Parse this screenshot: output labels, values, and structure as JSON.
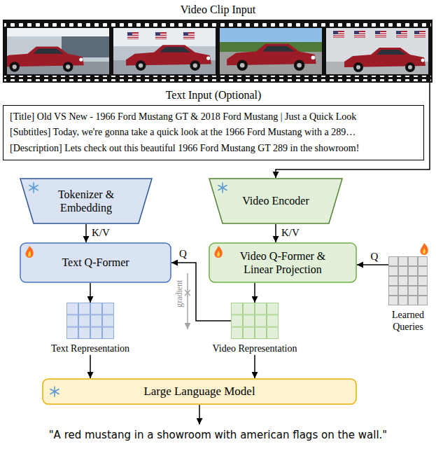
{
  "diagram": {
    "nodes": [
      {
        "text": [
          "Text Input (Optional)",
          "[Title] Old VS New - 1966 Ford Mustang GT & 2018 Ford Mustang | Just a Quick Look",
          "[Subtitles] Today, we're gonna take a quick look at the 1966 Ford Mustang with a 289…",
          "[Description] Lets check out this beautiful 1966 Ford Mustang GT 289 in the showroom!"
        ]
      },
      {
        "text": [
          "Tokenizer & Embedding"
        ]
      },
      {
        "text": [
          "Video Encoder"
        ]
      },
      {
        "text": [
          "Text Q-Former"
        ]
      },
      {
        "text": [
          "Video Q-Former & Linear Projection"
        ]
      },
      {
        "text": [
          "Learned Queries"
        ]
      },
      {
        "text": [
          "Text Representation"
        ]
      },
      {
        "text": [
          "Video Representation"
        ]
      },
      {
        "text": [
          "Large Language Model"
        ]
      }
    ],
    "edges": [
      {
        "from": 1,
        "to": 3,
        "arrow": "to",
        "label": "K/V"
      },
      {
        "from": 2,
        "to": 4,
        "arrow": "to",
        "label": "K/V"
      },
      {
        "from": 5,
        "to": 4,
        "arrow": "to",
        "label": "Q"
      },
      {
        "from": 4,
        "to": 7,
        "arrow": "to"
      },
      {
        "from": 7,
        "to": 3,
        "arrow": "to",
        "label": "Q"
      },
      {
        "from": 3,
        "to": 6,
        "arrow": "to"
      },
      {
        "from": 6,
        "to": 8,
        "arrow": "to"
      },
      {
        "from": 7,
        "to": 8,
        "arrow": "to"
      }
    ],
    "labels": [
      "Video Clip Input",
      "gradient",
      "\"A red mustang in a showroom with american flags on the wall.\""
    ]
  }
}
